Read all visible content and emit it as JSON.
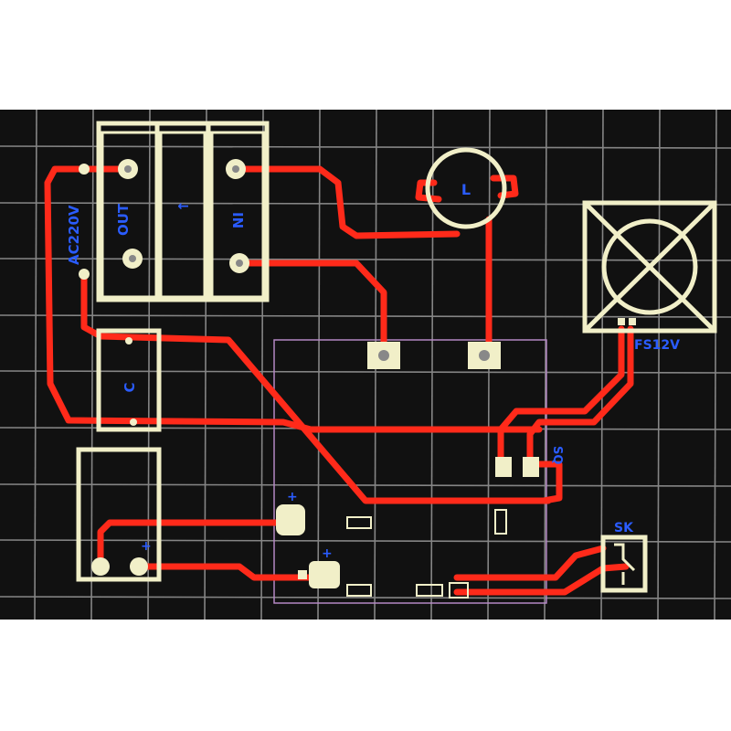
{
  "labels": {
    "ac_input": "AC220V",
    "out": "OUT",
    "arrow": "↑",
    "in": "IN",
    "inductor": "L",
    "fan": "FS12V",
    "capacitor": "C",
    "plus_upper": "+",
    "plus_lower": "+",
    "switch": "SK",
    "small_vertical": "SQ"
  },
  "colors": {
    "background": "#111111",
    "grid": "#9a9a9a",
    "trace": "#ff2a1a",
    "silkscreen": "#f1efc8",
    "label": "#2a5cff",
    "board_outline": "#b487c4"
  }
}
